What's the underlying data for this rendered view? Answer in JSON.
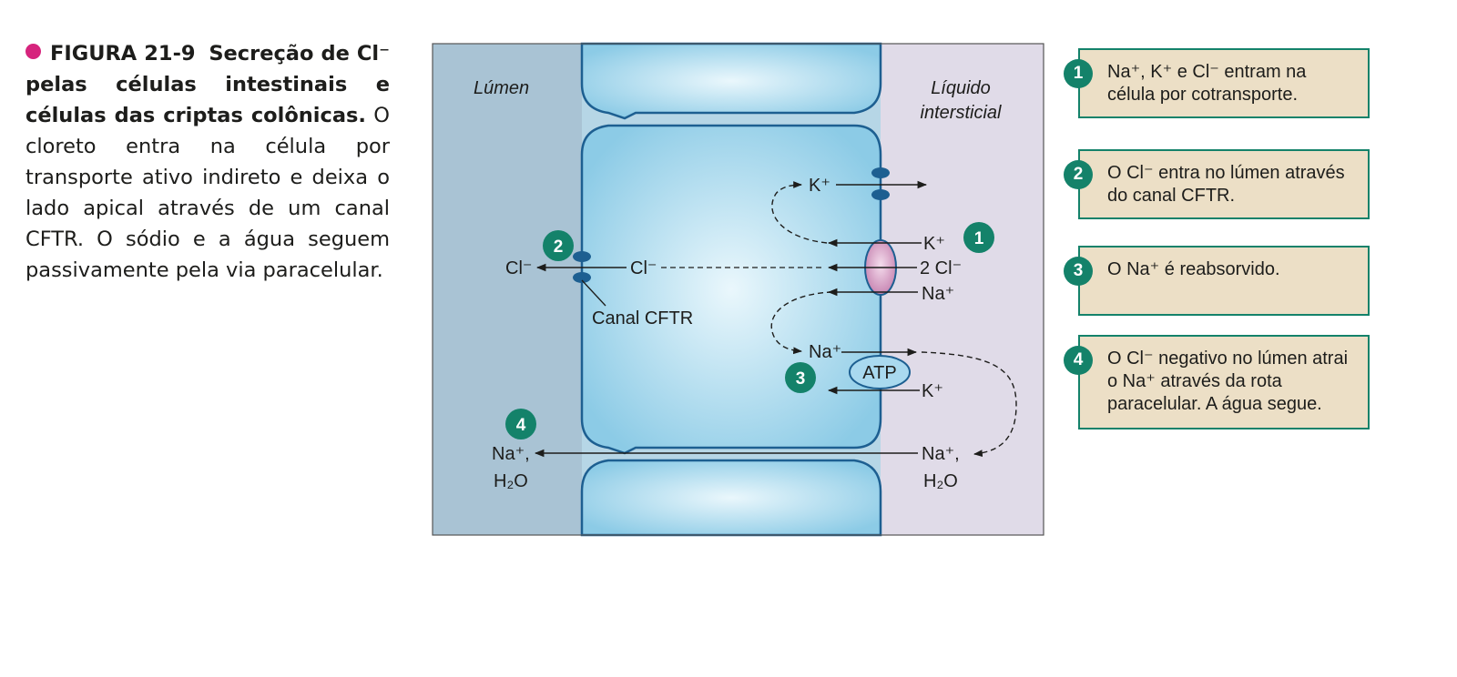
{
  "caption": {
    "figure_label": "FIGURA 21-9",
    "title_line": "Secreção de Cl⁻ pelas células intestinais e células das criptas colônicas.",
    "body": "O cloreto entra na célula por transporte ativo indireto e deixa o lado apical através de um canal CFTR. O sódio e a água seguem passivamente pela via paracelular.",
    "accent_color": "#d6247d"
  },
  "diagram": {
    "lumen_label": "Lúmen",
    "interstitial_label_1": "Líquido",
    "interstitial_label_2": "intersticial",
    "k_top": "K⁺",
    "cotransport_k": "K⁺",
    "cotransport_cl": "2 Cl⁻",
    "cotransport_na": "Na⁺",
    "cl_inside": "Cl⁻",
    "cl_lumen": "Cl⁻",
    "canal_label": "Canal CFTR",
    "na_pump": "Na⁺",
    "atp_label": "ATP",
    "k_pump": "K⁺",
    "na_lumen_1": "Na⁺,",
    "h2o_lumen": "H₂O",
    "na_inter_1": "Na⁺,",
    "h2o_inter": "H₂O",
    "badge_1": "1",
    "badge_2": "2",
    "badge_3": "3",
    "badge_4": "4",
    "colors": {
      "lumen": "#a9c3d4",
      "interstitial": "#e0dbe8",
      "cell": "#b3dff0",
      "membrane": "#1d5f91",
      "badge": "#14826a",
      "cotransporter": "#d49ac2",
      "atpase": "#a9d9ef"
    }
  },
  "steps": [
    {
      "num": "1",
      "text": "Na⁺, K⁺ e Cl⁻ entram na célula por cotransporte."
    },
    {
      "num": "2",
      "text": "O Cl⁻ entra no lúmen através do canal CFTR."
    },
    {
      "num": "3",
      "text": "O Na⁺ é reabsorvido."
    },
    {
      "num": "4",
      "text": "O Cl⁻ negativo no lúmen atrai o Na⁺ através da rota paracelular. A água segue."
    }
  ],
  "step_box_color": "#ecdfc6"
}
